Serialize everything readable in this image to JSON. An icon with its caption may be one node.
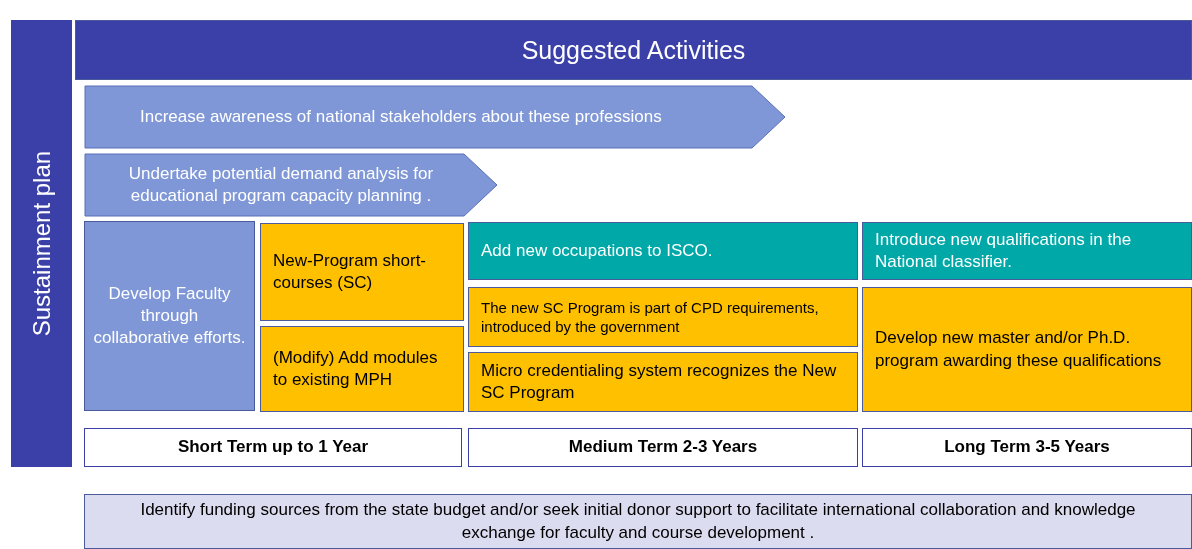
{
  "diagram": {
    "nodes": [
      {
        "text": [
          "Sustainment plan"
        ]
      },
      {
        "text": [
          "Suggested Activities"
        ]
      },
      {
        "text": [
          "Increase awareness of national stakeholders about these professions"
        ]
      },
      {
        "text": [
          "Undertake potential demand analysis for educational program capacity planning ."
        ]
      },
      {
        "text": [
          "Develop Faculty through collaborative efforts."
        ]
      },
      {
        "text": [
          "New-Program short-courses (SC)"
        ]
      },
      {
        "text": [
          "(Modify) Add modules to existing MPH"
        ]
      },
      {
        "text": [
          "Add new occupations to ISCO."
        ]
      },
      {
        "text": [
          "The new SC Program is part of CPD requirements, introduced by the government"
        ]
      },
      {
        "text": [
          "Micro credentialing system recognizes the New SC Program"
        ]
      },
      {
        "text": [
          "Introduce new qualifications in the National classifier."
        ]
      },
      {
        "text": [
          "Develop new master and/or Ph.D. program awarding these qualifications"
        ]
      },
      {
        "text": [
          "Short Term up to 1 Year"
        ]
      },
      {
        "text": [
          "Medium Term 2-3 Years"
        ]
      },
      {
        "text": [
          "Long Term 3-5 Years"
        ]
      },
      {
        "text": [
          "Identify funding sources from the state budget and/or seek initial donor support to facilitate international collaboration and knowledge exchange for faculty and course development ."
        ]
      }
    ],
    "edges": []
  }
}
